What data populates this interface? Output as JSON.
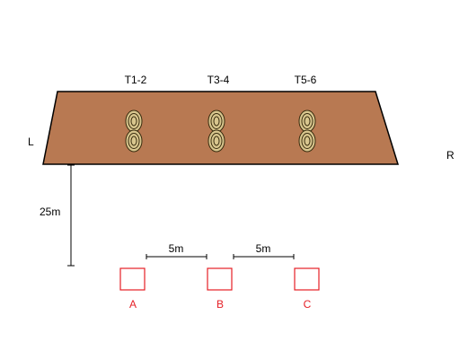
{
  "targets": [
    {
      "label": "T1-2"
    },
    {
      "label": "T3-4"
    },
    {
      "label": "T5-6"
    }
  ],
  "side_labels": {
    "left": "L",
    "right": "R"
  },
  "distances": {
    "range": "25m",
    "a_to_b": "5m",
    "b_to_c": "5m"
  },
  "positions": [
    {
      "label": "A"
    },
    {
      "label": "B"
    },
    {
      "label": "C"
    }
  ],
  "colors": {
    "bank_fill": "#B87952",
    "target_fill": "#D8C68E",
    "position_color": "#E51F26",
    "line": "#000000"
  }
}
